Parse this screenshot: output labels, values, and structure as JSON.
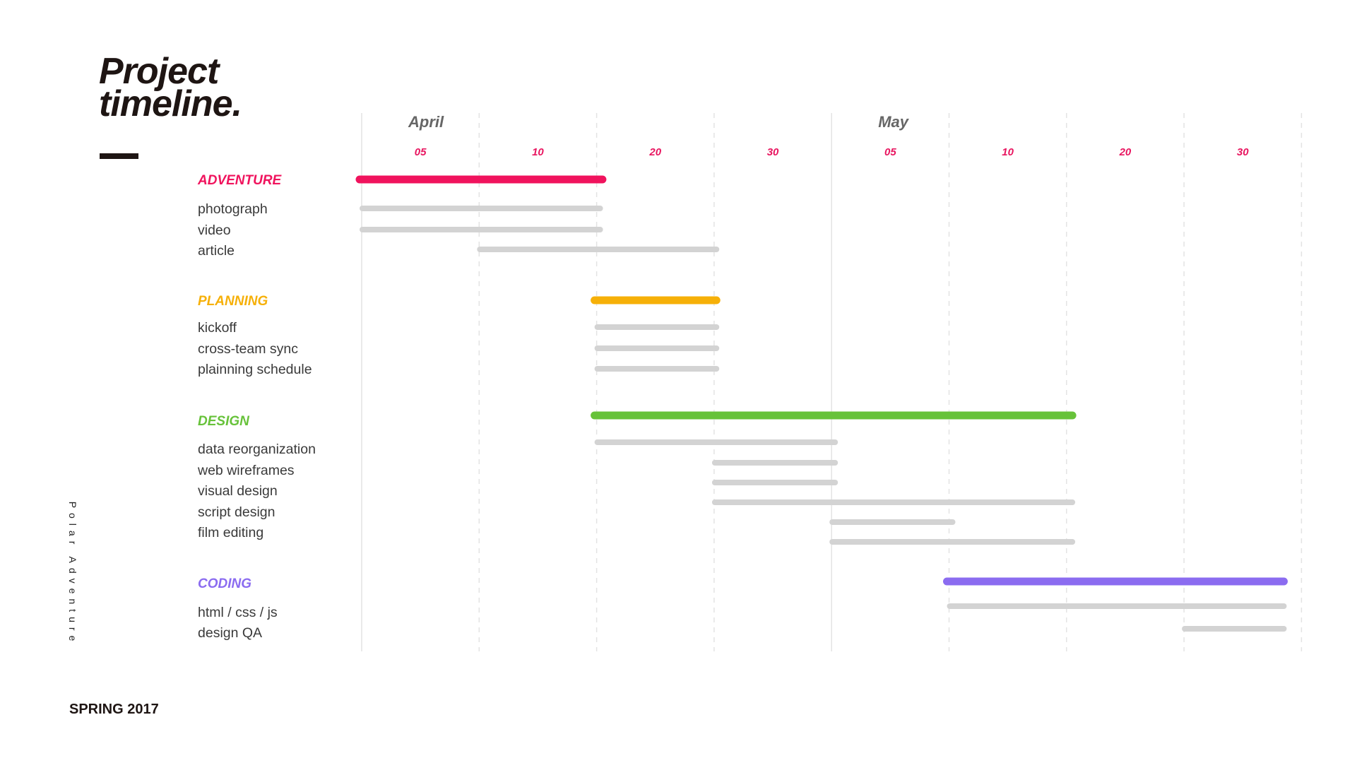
{
  "page": {
    "title_line1": "Project",
    "title_line2": "timeline.",
    "brand": "Polar Adventure",
    "footer": "SPRING 2017"
  },
  "colors": {
    "tick_labels": "#e8155f",
    "task_bars": "#d3d3d3",
    "gridline": "#e3e3e3"
  },
  "chart_data": {
    "type": "gantt",
    "months": [
      "April",
      "May"
    ],
    "tick_labels": [
      "05",
      "10",
      "20",
      "30",
      "05",
      "10",
      "20",
      "30"
    ],
    "groups": [
      {
        "name": "ADVENTURE",
        "color": "#f0135d",
        "span": [
          0,
          2.05
        ],
        "tasks": [
          {
            "name": "photograph",
            "span": [
              0,
              2.03
            ]
          },
          {
            "name": "video",
            "span": [
              0,
              2.03
            ]
          },
          {
            "name": "article",
            "span": [
              1,
              3.02
            ]
          }
        ]
      },
      {
        "name": "PLANNING",
        "color": "#f6b008",
        "span": [
          2,
          3.02
        ],
        "tasks": [
          {
            "name": "kickoff",
            "span": [
              2,
              3.02
            ]
          },
          {
            "name": "cross-team sync",
            "span": [
              2,
              3.02
            ]
          },
          {
            "name": "plainning schedule",
            "span": [
              2,
              3.02
            ]
          }
        ]
      },
      {
        "name": "DESIGN",
        "color": "#67c23a",
        "span": [
          2,
          6.05
        ],
        "tasks": [
          {
            "name": "data reorganization",
            "span": [
              2,
              4.03
            ]
          },
          {
            "name": "web wireframes",
            "span": [
              3,
              4.03
            ]
          },
          {
            "name": "visual design",
            "span": [
              3,
              4.03
            ]
          },
          {
            "name": "script design",
            "span": [
              3,
              6.05
            ]
          },
          {
            "name": "film editing",
            "span": [
              4,
              5.03
            ]
          },
          {
            "name": "",
            "span": [
              4,
              6.05
            ]
          }
        ]
      },
      {
        "name": "CODING",
        "color": "#8b6cf0",
        "span": [
          5,
          7.85
        ],
        "tasks": [
          {
            "name": "html / css / js",
            "span": [
              5,
              7.85
            ]
          },
          {
            "name": "design QA",
            "span": [
              7,
              7.85
            ]
          }
        ]
      }
    ]
  }
}
